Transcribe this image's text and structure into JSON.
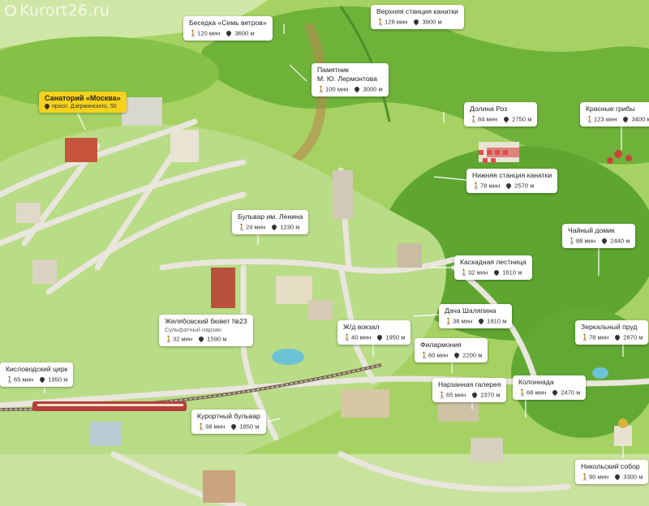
{
  "watermark": "Kurort26.ru",
  "hotel": {
    "name": "Санаторий «Москва»",
    "address": "просп. Дзержинского, 50"
  },
  "poi": [
    {
      "name": "Беседка «Семь ветров»",
      "time": "120 мин",
      "dist": "3600 м"
    },
    {
      "name": "Верхняя станция канатки",
      "time": "128 мин",
      "dist": "3900 м"
    },
    {
      "name": "Памятник",
      "name2": "М. Ю. Лермонтова",
      "time": "100 мин",
      "dist": "3000 м"
    },
    {
      "name": "Долина Роз",
      "time": "84 мин",
      "dist": "2750 м"
    },
    {
      "name": "Красные грибы",
      "time": "123 мин",
      "dist": "3400 м"
    },
    {
      "name": "Нижняя станция канатки",
      "time": "78 мин",
      "dist": "2570 м"
    },
    {
      "name": "Бульвар им. Ленина",
      "time": "24 мин",
      "dist": "1230 м"
    },
    {
      "name": "Чайный домик",
      "time": "88 мин",
      "dist": "2440 м"
    },
    {
      "name": "Каскадная лестница",
      "time": "32 мин",
      "dist": "1610 м"
    },
    {
      "name": "Дача Шаляпина",
      "time": "38 мин",
      "dist": "1810 м"
    },
    {
      "name": "Желябовский бювет №23",
      "sub": "Сульфатный нарзан",
      "time": "32 мин",
      "dist": "1590 м"
    },
    {
      "name": "Ж/д вокзал",
      "time": "40 мин",
      "dist": "1950 м"
    },
    {
      "name": "Зеркальный пруд",
      "time": "78 мин",
      "dist": "2870 м"
    },
    {
      "name": "Филармония",
      "time": "60 мин",
      "dist": "2200 м"
    },
    {
      "name": "Кисловодский цирк",
      "time": "65 мин",
      "dist": "1950 м"
    },
    {
      "name": "Нарзанная галерея",
      "time": "65 мин",
      "dist": "2370 м"
    },
    {
      "name": "Колоннада",
      "time": "68 мин",
      "dist": "2470 м"
    },
    {
      "name": "Курортный бульвар",
      "time": "38 мин",
      "dist": "1850 м"
    },
    {
      "name": "Никольский собор",
      "time": "90 мин",
      "dist": "3300 м"
    }
  ]
}
